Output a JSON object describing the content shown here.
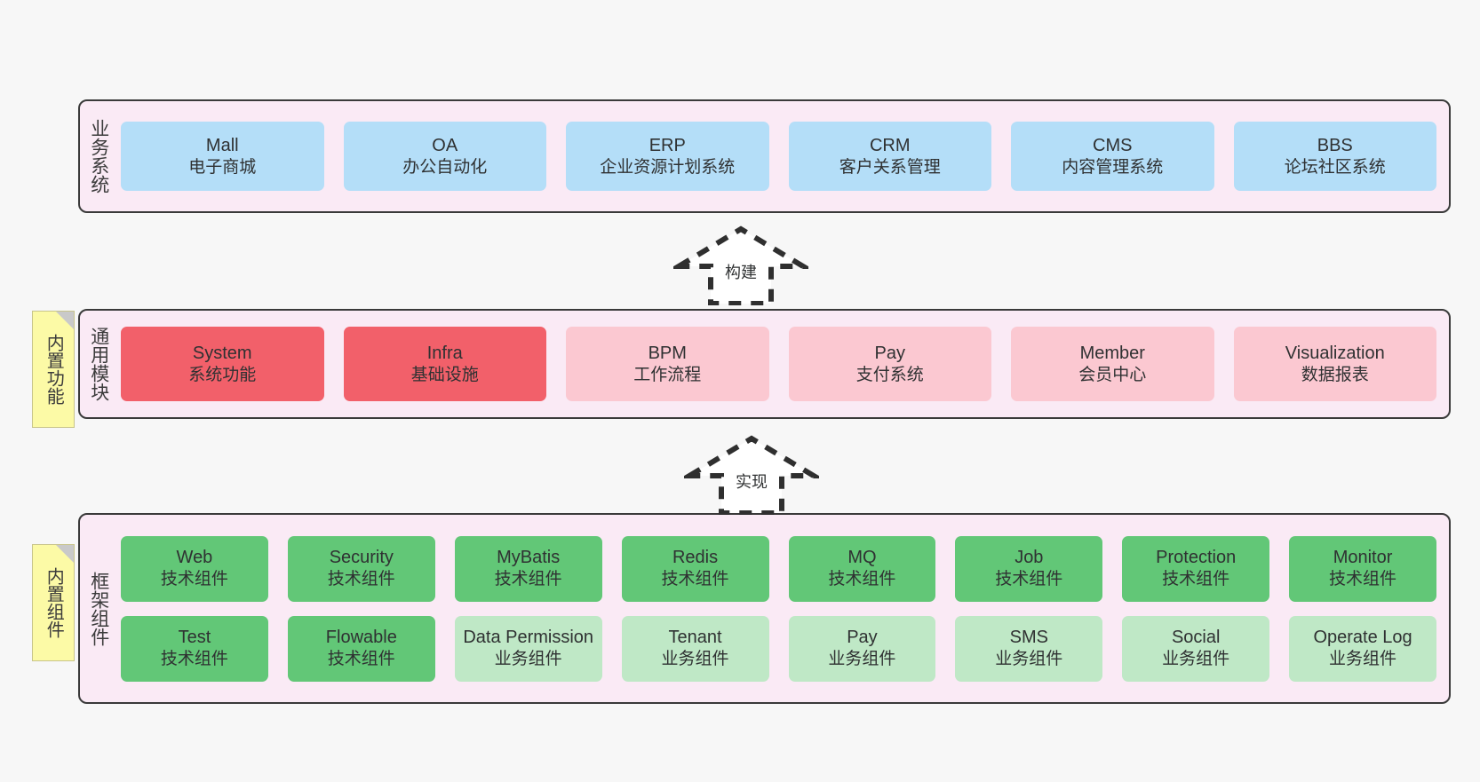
{
  "layers": [
    {
      "id": "business",
      "title": "业务系统",
      "rows": [
        {
          "style": "biz",
          "items": [
            {
              "en": "Mall",
              "cn": "电子商城"
            },
            {
              "en": "OA",
              "cn": "办公自动化"
            },
            {
              "en": "ERP",
              "cn": "企业资源计划系统"
            },
            {
              "en": "CRM",
              "cn": "客户关系管理"
            },
            {
              "en": "CMS",
              "cn": "内容管理系统"
            },
            {
              "en": "BBS",
              "cn": "论坛社区系统"
            }
          ]
        }
      ]
    },
    {
      "id": "common",
      "title": "通用模块",
      "tag": "内置功能",
      "rows": [
        {
          "items": [
            {
              "en": "System",
              "cn": "系统功能",
              "style": "core"
            },
            {
              "en": "Infra",
              "cn": "基础设施",
              "style": "core"
            },
            {
              "en": "BPM",
              "cn": "工作流程",
              "style": "core-lt"
            },
            {
              "en": "Pay",
              "cn": "支付系统",
              "style": "core-lt"
            },
            {
              "en": "Member",
              "cn": "会员中心",
              "style": "core-lt"
            },
            {
              "en": "Visualization",
              "cn": "数据报表",
              "style": "core-lt"
            }
          ]
        }
      ]
    },
    {
      "id": "framework",
      "title": "框架组件",
      "tag": "内置组件",
      "rows": [
        {
          "items": [
            {
              "en": "Web",
              "cn": "技术组件",
              "style": "tech"
            },
            {
              "en": "Security",
              "cn": "技术组件",
              "style": "tech"
            },
            {
              "en": "MyBatis",
              "cn": "技术组件",
              "style": "tech"
            },
            {
              "en": "Redis",
              "cn": "技术组件",
              "style": "tech"
            },
            {
              "en": "MQ",
              "cn": "技术组件",
              "style": "tech"
            },
            {
              "en": "Job",
              "cn": "技术组件",
              "style": "tech"
            },
            {
              "en": "Protection",
              "cn": "技术组件",
              "style": "tech"
            },
            {
              "en": "Monitor",
              "cn": "技术组件",
              "style": "tech"
            }
          ]
        },
        {
          "items": [
            {
              "en": "Test",
              "cn": "技术组件",
              "style": "tech"
            },
            {
              "en": "Flowable",
              "cn": "技术组件",
              "style": "tech"
            },
            {
              "en": "Data Permission",
              "cn": "业务组件",
              "style": "bizcmp"
            },
            {
              "en": "Tenant",
              "cn": "业务组件",
              "style": "bizcmp"
            },
            {
              "en": "Pay",
              "cn": "业务组件",
              "style": "bizcmp"
            },
            {
              "en": "SMS",
              "cn": "业务组件",
              "style": "bizcmp"
            },
            {
              "en": "Social",
              "cn": "业务组件",
              "style": "bizcmp"
            },
            {
              "en": "Operate Log",
              "cn": "业务组件",
              "style": "bizcmp"
            }
          ]
        }
      ]
    }
  ],
  "arrows": [
    {
      "id": "build",
      "label": "构建"
    },
    {
      "id": "impl",
      "label": "实现"
    }
  ],
  "colors": {
    "panel_bg": "#faeaf5",
    "panel_border": "#3a3a3a",
    "business_box": "#b4def8",
    "core_box": "#f2606a",
    "core_light_box": "#fbc8d1",
    "tech_box": "#62c777",
    "biz_component_box": "#bfe8c6",
    "note_tag": "#fcfaa6",
    "canvas_bg": "#f7f7f7"
  }
}
